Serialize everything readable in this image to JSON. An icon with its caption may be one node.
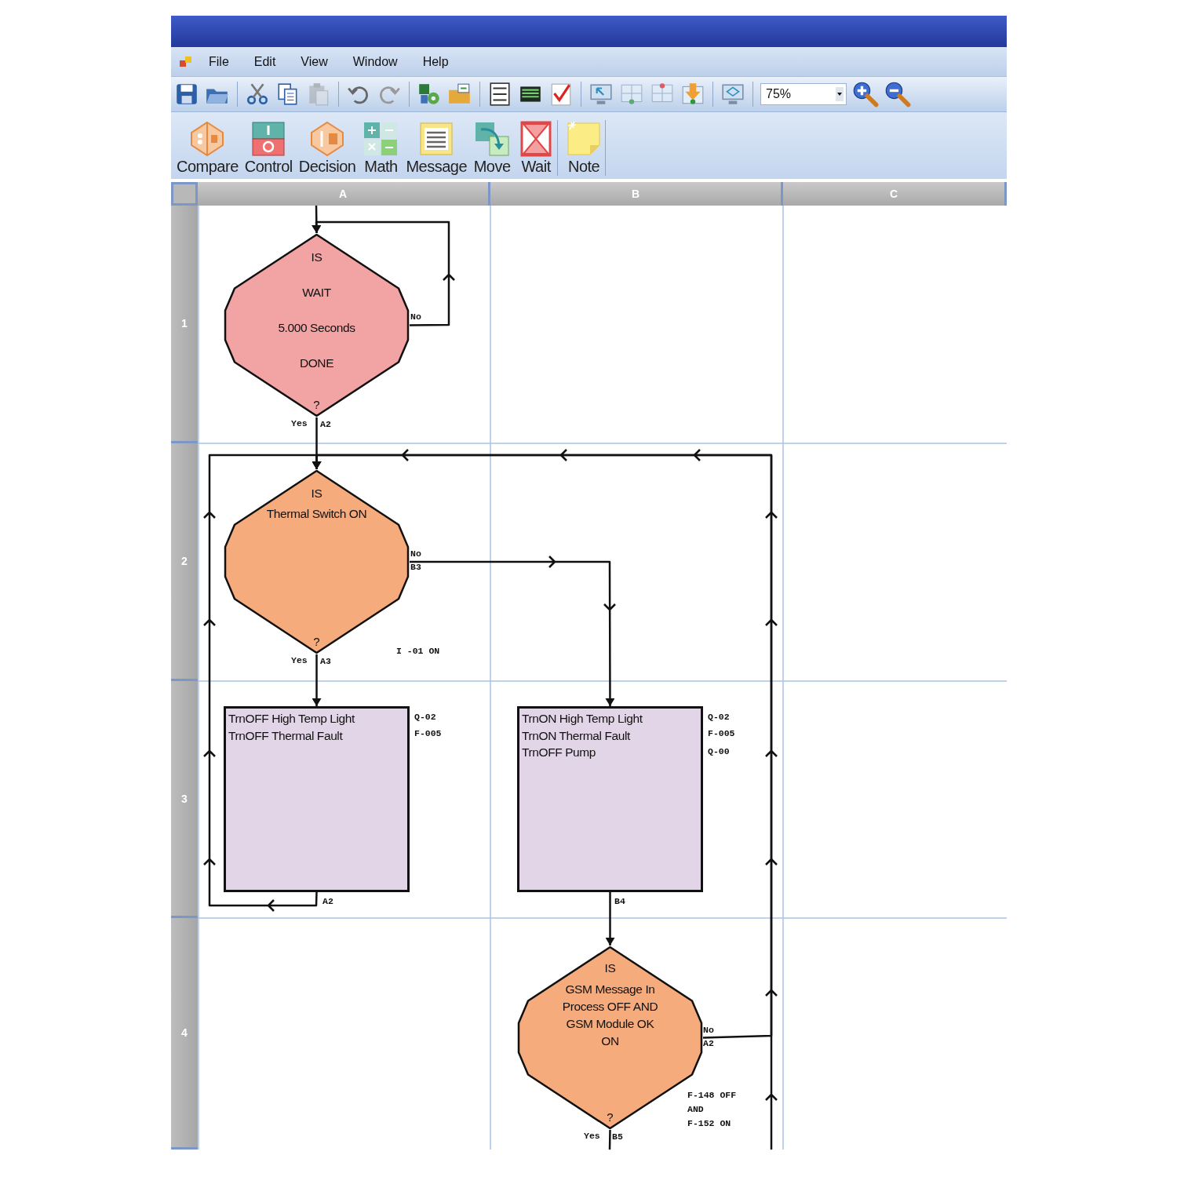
{
  "diagram": {
    "nodes": [
      {
        "text": [
          "IS",
          "WAIT",
          "5.000 Seconds",
          "DONE",
          "?"
        ],
        "beside": [
          "No",
          "Yes",
          "A2"
        ]
      },
      {
        "text": [
          "IS",
          "Thermal Switch ON",
          "?"
        ],
        "beside": [
          "No",
          "B3",
          "Yes",
          "A3",
          "I -01 ON"
        ]
      },
      {
        "text": [
          "TrnOFF High Temp Light",
          "TrnOFF Thermal Fault"
        ],
        "beside": [
          "Q-02",
          "F-005",
          "A2"
        ]
      },
      {
        "text": [
          "TrnON High Temp Light",
          "TrnON Thermal Fault",
          "TrnOFF Pump"
        ],
        "beside": [
          "Q-02",
          "F-005",
          "Q-00",
          "B4"
        ]
      },
      {
        "text": [
          "IS",
          "GSM Message In Process OFF AND GSM Module OK ON",
          "?"
        ],
        "beside": [
          "No",
          "A2",
          "Yes",
          "B5",
          "F-148 OFF",
          "AND",
          "F-152 ON"
        ]
      }
    ],
    "edges": [
      {
        "from": null,
        "to": 0,
        "arrow": "to"
      },
      {
        "from": 0,
        "to": 0,
        "arrow": "to"
      },
      {
        "from": 0,
        "to": 1,
        "arrow": "to"
      },
      {
        "from": 1,
        "to": 3,
        "arrow": "to"
      },
      {
        "from": 1,
        "to": 2,
        "arrow": "to"
      },
      {
        "from": 2,
        "to": 1,
        "arrow": "to"
      },
      {
        "from": 3,
        "to": 4,
        "arrow": "to"
      },
      {
        "from": 4,
        "to": 1,
        "arrow": "to"
      },
      {
        "from": null,
        "to": 1,
        "arrow": "to"
      },
      {
        "from": 4,
        "to": null,
        "arrow": "none"
      }
    ],
    "labels": [
      "File",
      "Edit",
      "View",
      "Window",
      "Help",
      "75%",
      "Compare",
      "Control",
      "Decision",
      "Math",
      "Message",
      "Move",
      "Wait",
      "Note",
      "A",
      "B",
      "C",
      "1",
      "2",
      "3",
      "4"
    ]
  }
}
